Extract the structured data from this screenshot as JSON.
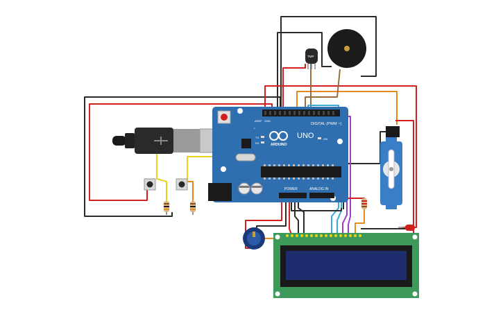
{
  "arduino": {
    "brand": "ARDUINO",
    "model": "UNO",
    "digital_header": "DIGITAL (PWM ~)",
    "power_header": "POWER",
    "analog_header": "ANALOG IN",
    "label_aref": "AREF",
    "label_gnd": "GND",
    "label_tx": "TX",
    "label_rx": "RX",
    "label_on": "ON",
    "label_l": "L"
  },
  "temp_sensor": {
    "label": "TMP"
  },
  "colors": {
    "wire_red": "#d11f1f",
    "wire_black": "#2a2a2a",
    "wire_orange": "#e8891b",
    "wire_yellow": "#e8d21b",
    "wire_green": "#2aa43a",
    "wire_blue": "#3aa8d8",
    "wire_purple": "#a03cc4",
    "wire_brown": "#9a6a3a",
    "board_blue": "#2f6fb0",
    "lcd_green": "#3e9a5a",
    "lcd_screen": "#1e2d6e"
  },
  "components": [
    "arduino-uno-board",
    "usb-cable",
    "push-button-1",
    "push-button-2",
    "resistor-1",
    "resistor-2",
    "resistor-3",
    "temperature-sensor",
    "piezo-buzzer",
    "servo-motor",
    "potentiometer",
    "lcd-16x2-display",
    "red-led"
  ]
}
